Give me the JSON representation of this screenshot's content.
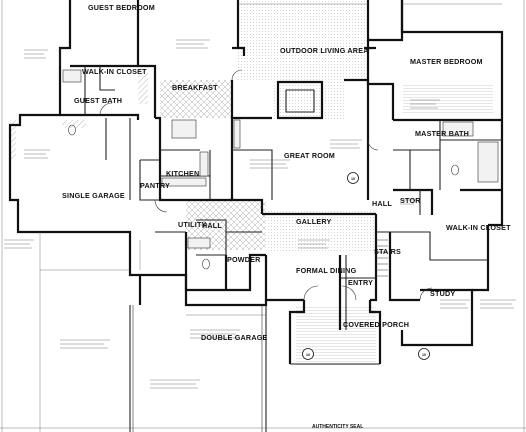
{
  "rooms": {
    "guest_bedroom": "GUEST BEDROOM",
    "walk_in_closet_guest": "WALK-IN CLOSET",
    "guest_bath": "GUEST BATH",
    "breakfast": "BREAKFAST",
    "outdoor_living": "OUTDOOR LIVING AREA",
    "master_bedroom": "MASTER BEDROOM",
    "master_bath": "MASTER BATH",
    "kitchen": "KITCHEN",
    "pantry": "PANTRY",
    "great_room": "GREAT ROOM",
    "single_garage": "SINGLE GARAGE",
    "hall_1": "HALL",
    "gallery": "GALLERY",
    "hall_2": "HALL",
    "stor": "STOR",
    "walk_in_closet_master": "WALK-IN CLOSET",
    "utility": "UTILITY",
    "powder": "POWDER",
    "formal_dining": "FORMAL DINING",
    "stairs": "STAIRS",
    "entry": "ENTRY",
    "study": "STUDY",
    "double_garage": "DOUBLE GARAGE",
    "covered_porch": "COVERED PORCH"
  },
  "seal": "AUTHENTICITY SEAL",
  "section_tags": [
    "10",
    "10",
    "10"
  ]
}
